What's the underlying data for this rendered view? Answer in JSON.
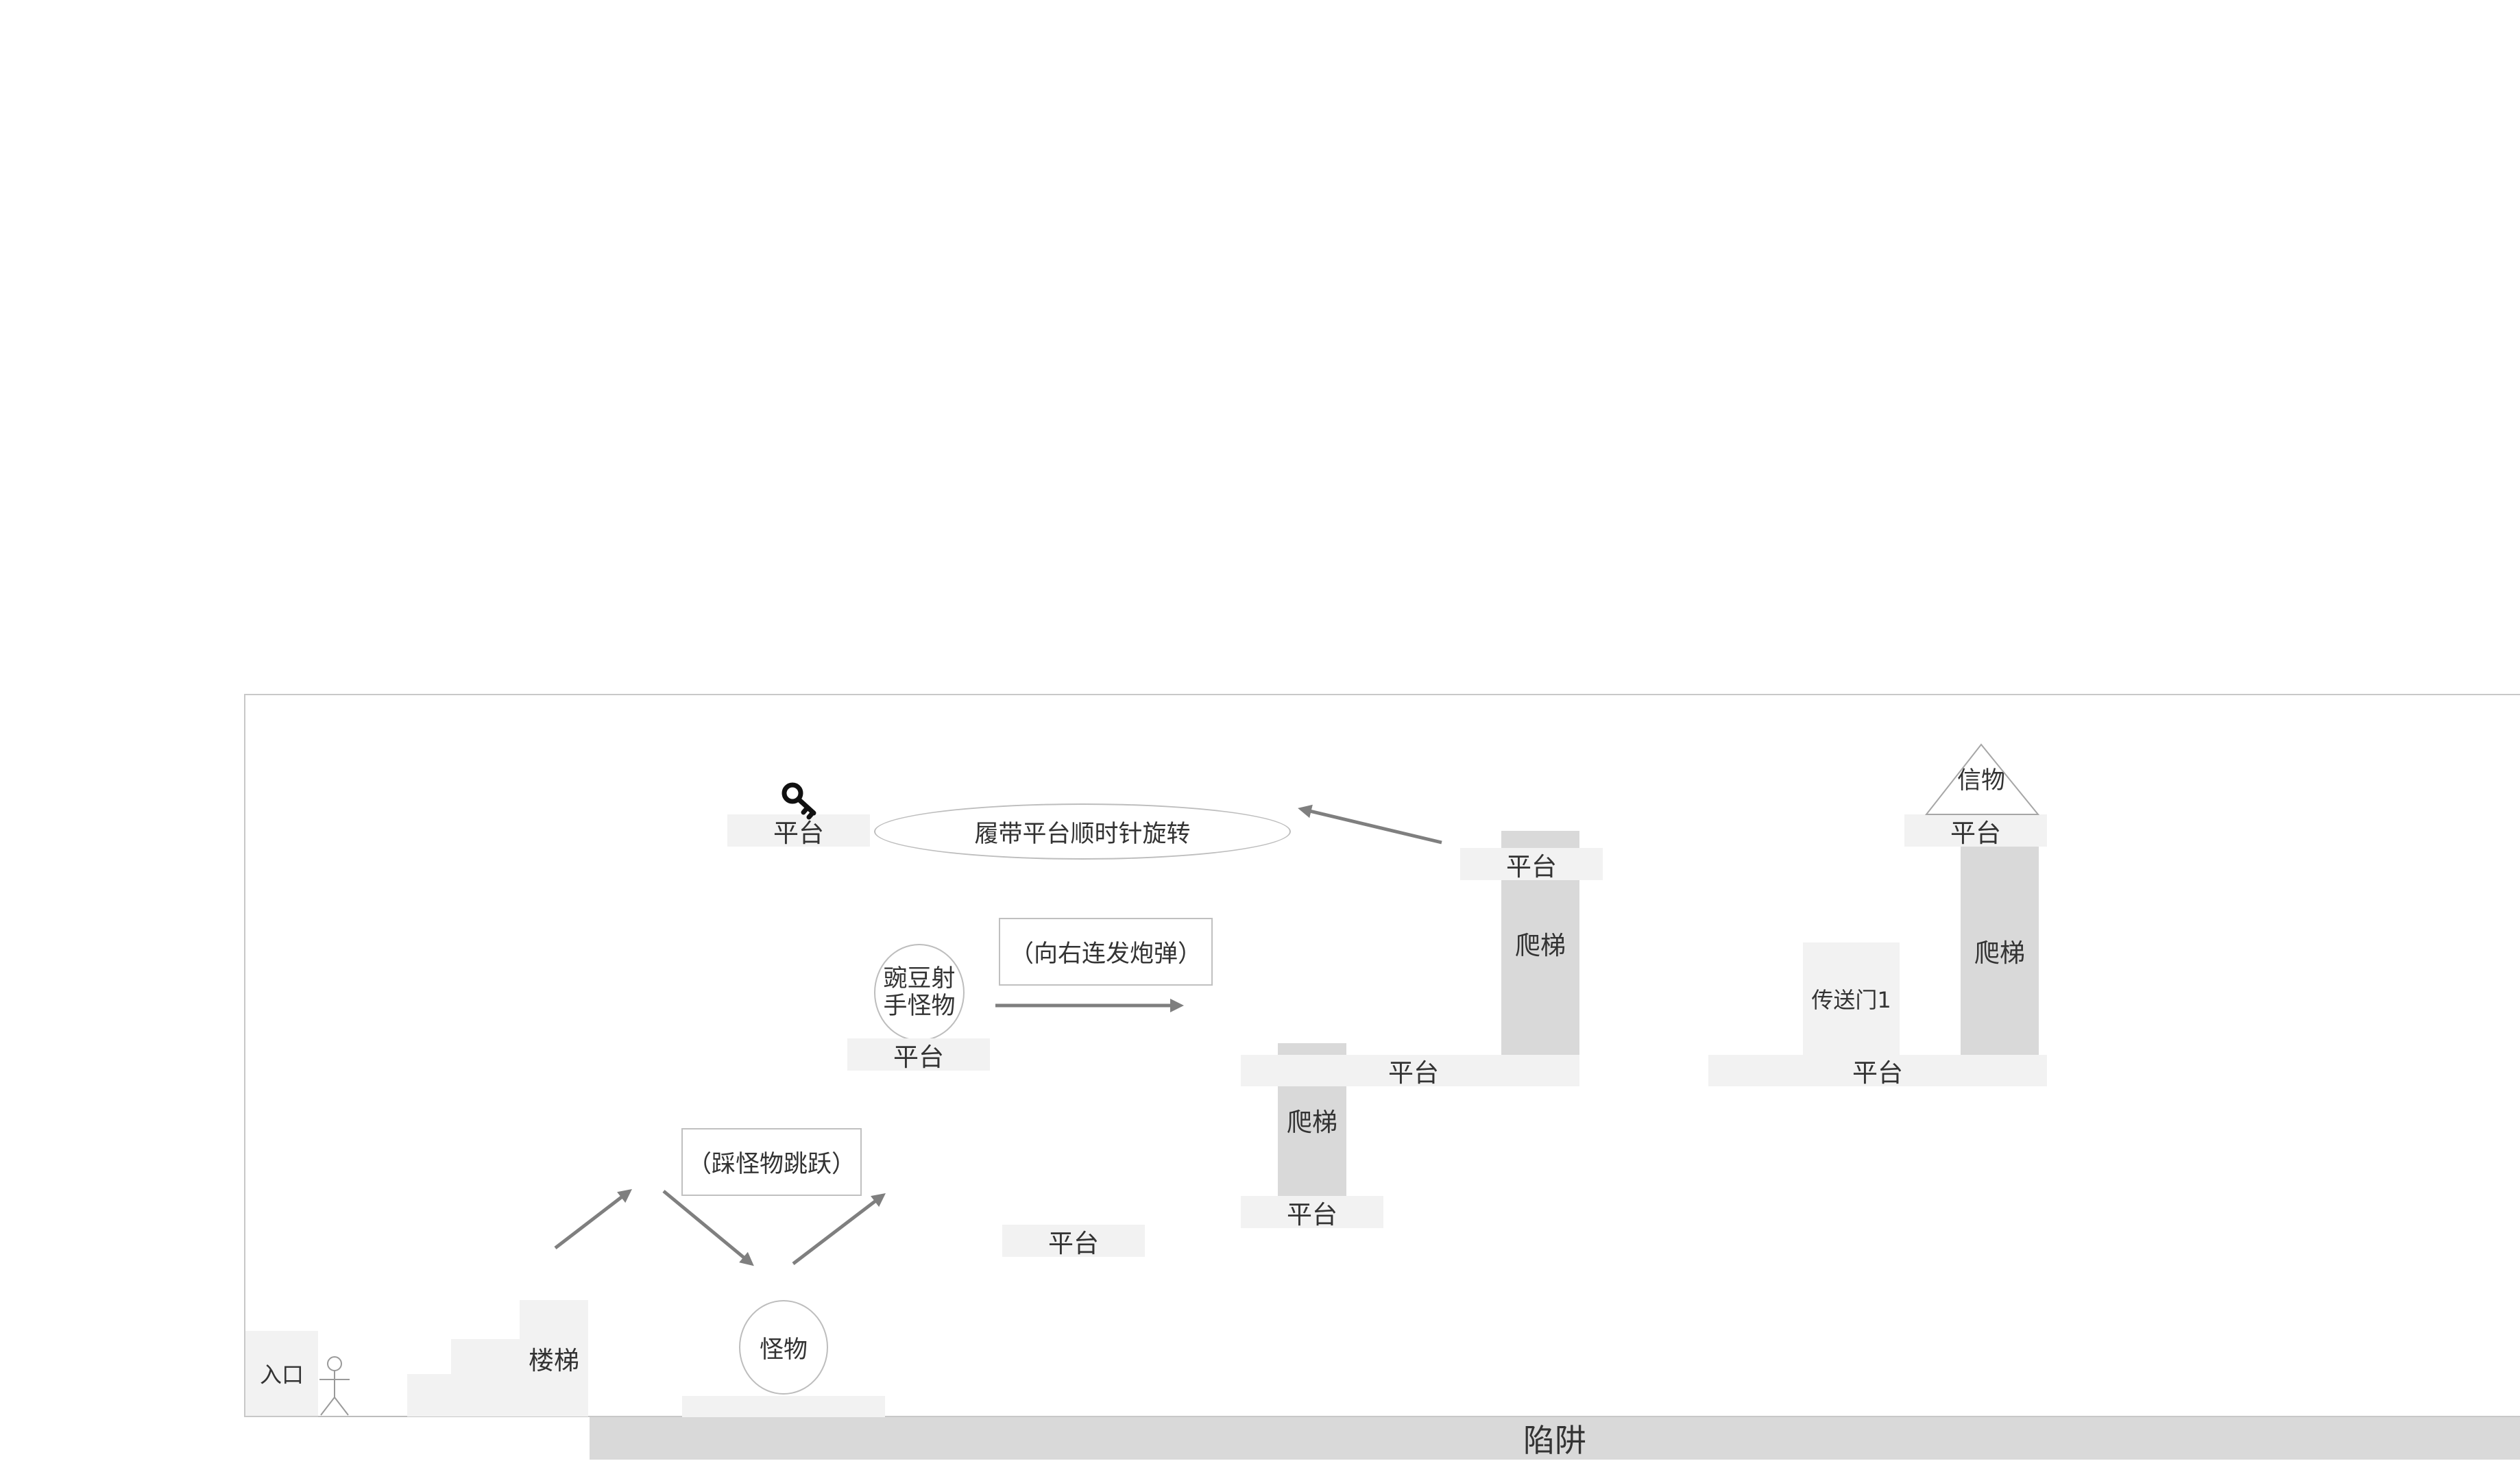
{
  "map": {
    "entrance_label": "入口",
    "stairs_label": "楼梯",
    "trap_label": "陷阱",
    "monster_label": "怪物",
    "stomp_note": "（踩怪物跳跃）",
    "pea_monster_label_line1": "豌豆射",
    "pea_monster_label_line2": "手怪物",
    "fire_note": "（向右连发炮弹）",
    "conveyor_label": "履带平台顺时针旋转",
    "platform_label": "平台",
    "ladder_label": "爬梯",
    "portal_label": "传送门1",
    "relic_label": "信物",
    "key_icon": "key-icon",
    "player_icon": "stick-figure-icon"
  }
}
